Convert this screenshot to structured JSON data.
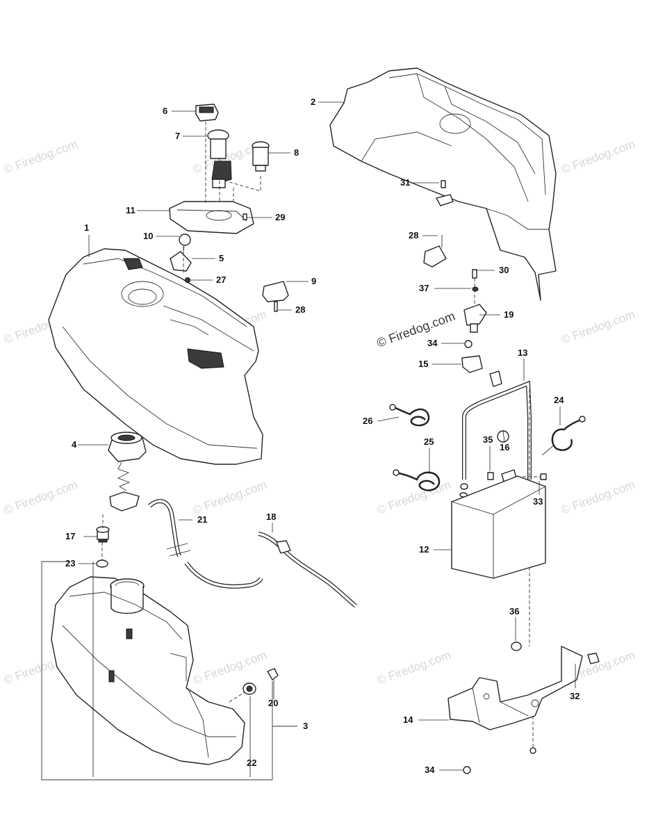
{
  "watermark": {
    "text": "© Firedog.com",
    "prominent_text": "© Firedog.com"
  },
  "callouts": [
    {
      "id": "1",
      "label": "1"
    },
    {
      "id": "2",
      "label": "2"
    },
    {
      "id": "3",
      "label": "3"
    },
    {
      "id": "4",
      "label": "4"
    },
    {
      "id": "5",
      "label": "5"
    },
    {
      "id": "6",
      "label": "6"
    },
    {
      "id": "7",
      "label": "7"
    },
    {
      "id": "8",
      "label": "8"
    },
    {
      "id": "9",
      "label": "9"
    },
    {
      "id": "10",
      "label": "10"
    },
    {
      "id": "11",
      "label": "11"
    },
    {
      "id": "12",
      "label": "12"
    },
    {
      "id": "13",
      "label": "13"
    },
    {
      "id": "14",
      "label": "14"
    },
    {
      "id": "15",
      "label": "15"
    },
    {
      "id": "16",
      "label": "16"
    },
    {
      "id": "17",
      "label": "17"
    },
    {
      "id": "18",
      "label": "18"
    },
    {
      "id": "19",
      "label": "19"
    },
    {
      "id": "20",
      "label": "20"
    },
    {
      "id": "21",
      "label": "21"
    },
    {
      "id": "22",
      "label": "22"
    },
    {
      "id": "23",
      "label": "23"
    },
    {
      "id": "24",
      "label": "24"
    },
    {
      "id": "25",
      "label": "25"
    },
    {
      "id": "26",
      "label": "26"
    },
    {
      "id": "27",
      "label": "27"
    },
    {
      "id": "28a",
      "label": "28"
    },
    {
      "id": "28b",
      "label": "28"
    },
    {
      "id": "29",
      "label": "29"
    },
    {
      "id": "30",
      "label": "30"
    },
    {
      "id": "31",
      "label": "31"
    },
    {
      "id": "32",
      "label": "32"
    },
    {
      "id": "33",
      "label": "33"
    },
    {
      "id": "34a",
      "label": "34"
    },
    {
      "id": "34b",
      "label": "34"
    },
    {
      "id": "35",
      "label": "35"
    },
    {
      "id": "36",
      "label": "36"
    },
    {
      "id": "37",
      "label": "37"
    }
  ]
}
